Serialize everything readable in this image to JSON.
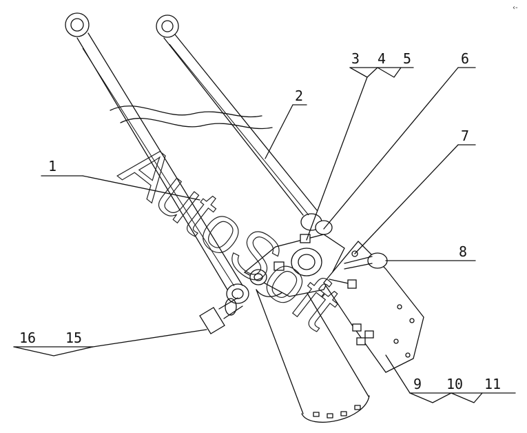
{
  "callouts": {
    "c1": "1",
    "c2": "2",
    "c3": "3",
    "c4": "4",
    "c5": "5",
    "c6": "6",
    "c7": "7",
    "c8": "8",
    "c9": "9",
    "c10": "10",
    "c11": "11",
    "c15": "15",
    "c16": "16"
  },
  "watermark": "AutoSoft",
  "corner_mark": "‹-"
}
